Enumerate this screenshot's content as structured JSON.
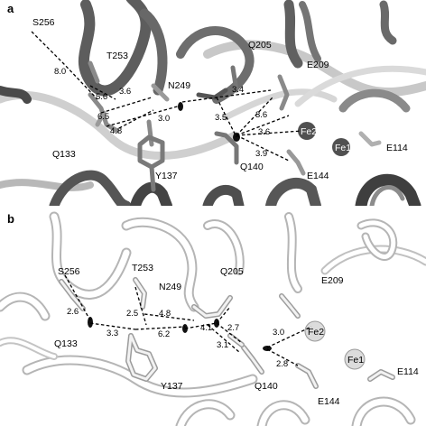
{
  "panels": [
    {
      "letter": "a",
      "residues": [
        "S256",
        "T253",
        "N249",
        "Q205",
        "E209",
        "Q133",
        "Y137",
        "Q140",
        "E144",
        "E114"
      ],
      "metals": [
        "Fe2",
        "Fe1"
      ],
      "distances": [
        "8.0",
        "5.6",
        "3.6",
        "6.5",
        "3.0",
        "4.8",
        "3.4",
        "3.5",
        "3.6",
        "3.6",
        "3.9"
      ]
    },
    {
      "letter": "b",
      "residues": [
        "S256",
        "T253",
        "N249",
        "Q205",
        "E209",
        "Q133",
        "Y137",
        "Q140",
        "E144",
        "E114"
      ],
      "metals": [
        "Fe2",
        "Fe1"
      ],
      "distances": [
        "2.6",
        "2.5",
        "4.8",
        "3.3",
        "6.2",
        "4.1",
        "2.7",
        "3.1",
        "3.0",
        "2.8"
      ]
    }
  ]
}
